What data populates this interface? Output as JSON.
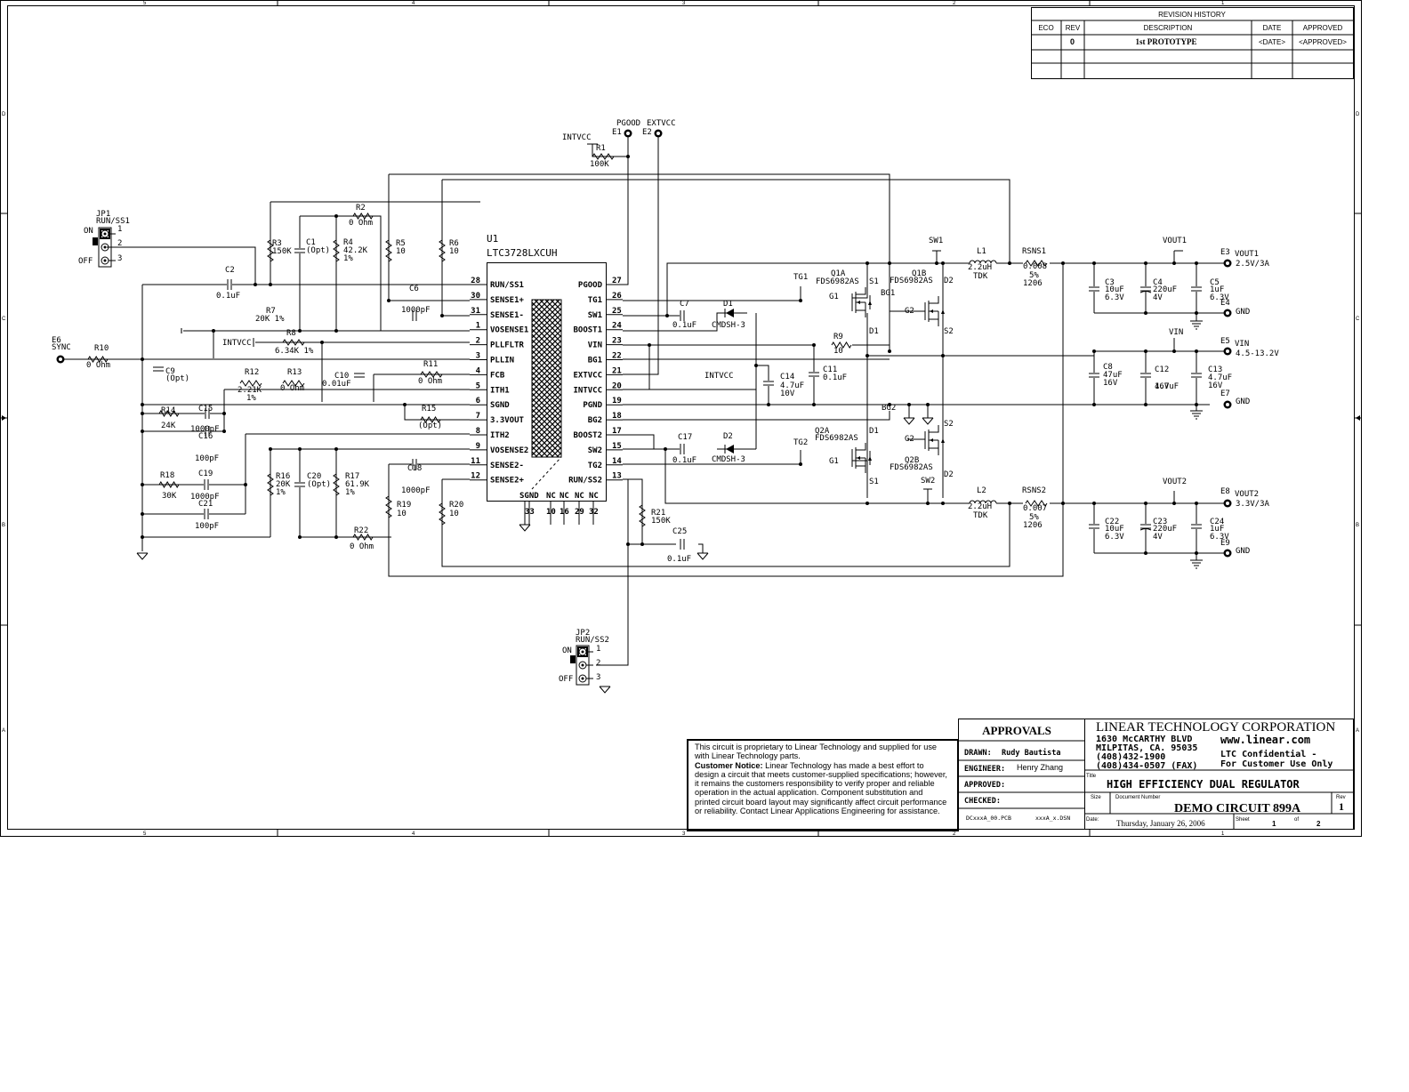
{
  "border": {
    "top_zones": [
      "5",
      "4",
      "3",
      "2",
      "1"
    ],
    "side_zones": [
      "D",
      "C",
      "B",
      "A"
    ]
  },
  "revision_history": {
    "title": "REVISION HISTORY",
    "headers": [
      "ECO",
      "REV",
      "DESCRIPTION",
      "DATE",
      "APPROVED"
    ],
    "rows": [
      {
        "eco": "",
        "rev": "0",
        "description": "1st PROTOTYPE",
        "date": "<DATE>",
        "approved": "<APPROVED>"
      }
    ]
  },
  "ic": {
    "ref": "U1",
    "part": "LTC3728LXCUH",
    "left_pins": [
      {
        "num": "28",
        "name": "RUN/SS1"
      },
      {
        "num": "30",
        "name": "SENSE1+"
      },
      {
        "num": "31",
        "name": "SENSE1-"
      },
      {
        "num": "1",
        "name": "VOSENSE1"
      },
      {
        "num": "2",
        "name": "PLLFLTR"
      },
      {
        "num": "3",
        "name": "PLLIN"
      },
      {
        "num": "4",
        "name": "FCB"
      },
      {
        "num": "5",
        "name": "ITH1"
      },
      {
        "num": "6",
        "name": "SGND"
      },
      {
        "num": "7",
        "name": "3.3VOUT"
      },
      {
        "num": "8",
        "name": "ITH2"
      },
      {
        "num": "9",
        "name": "VOSENSE2"
      },
      {
        "num": "11",
        "name": "SENSE2-"
      },
      {
        "num": "12",
        "name": "SENSE2+"
      }
    ],
    "right_pins": [
      {
        "num": "27",
        "name": "PGOOD"
      },
      {
        "num": "26",
        "name": "TG1"
      },
      {
        "num": "25",
        "name": "SW1"
      },
      {
        "num": "24",
        "name": "BOOST1"
      },
      {
        "num": "23",
        "name": "VIN"
      },
      {
        "num": "22",
        "name": "BG1"
      },
      {
        "num": "21",
        "name": "EXTVCC"
      },
      {
        "num": "20",
        "name": "INTVCC"
      },
      {
        "num": "19",
        "name": "PGND"
      },
      {
        "num": "18",
        "name": "BG2"
      },
      {
        "num": "17",
        "name": "BOOST2"
      },
      {
        "num": "15",
        "name": "SW2"
      },
      {
        "num": "14",
        "name": "TG2"
      },
      {
        "num": "13",
        "name": "RUN/SS2"
      }
    ],
    "bottom_labels": [
      "SGND",
      "NC",
      "NC",
      "NC",
      "NC"
    ],
    "bottom_pins": [
      "33",
      "10",
      "16",
      "29",
      "32"
    ]
  },
  "labels": [
    {
      "t": "JP1"
    },
    {
      "t": "RUN/SS1"
    },
    {
      "t": "ON"
    },
    {
      "t": "OFF"
    },
    {
      "t": "1"
    },
    {
      "t": "2"
    },
    {
      "t": "3"
    },
    {
      "t": "JP2"
    },
    {
      "t": "RUN/SS2"
    },
    {
      "t": "ON"
    },
    {
      "t": "OFF"
    },
    {
      "t": "1"
    },
    {
      "t": "2"
    },
    {
      "t": "3"
    },
    {
      "t": "E6"
    },
    {
      "t": "SYNC"
    },
    {
      "t": "R10"
    },
    {
      "t": "0 Ohm"
    },
    {
      "t": "C2"
    },
    {
      "t": "0.1uF"
    },
    {
      "t": "R3"
    },
    {
      "t": "150K"
    },
    {
      "t": "C1"
    },
    {
      "t": "(Opt)"
    },
    {
      "t": "R2"
    },
    {
      "t": "0 Ohm"
    },
    {
      "t": "R4"
    },
    {
      "t": "42.2K"
    },
    {
      "t": "1%"
    },
    {
      "t": "R5"
    },
    {
      "t": "10"
    },
    {
      "t": "R6"
    },
    {
      "t": "10"
    },
    {
      "t": "C6"
    },
    {
      "t": "1000pF"
    },
    {
      "t": "R7"
    },
    {
      "t": "20K 1%"
    },
    {
      "t": "INTVCC"
    },
    {
      "t": "R8"
    },
    {
      "t": "6.34K 1%"
    },
    {
      "t": "C9"
    },
    {
      "t": "(Opt)"
    },
    {
      "t": "R12"
    },
    {
      "t": "2.21K"
    },
    {
      "t": "1%"
    },
    {
      "t": "R13"
    },
    {
      "t": "0 Ohm"
    },
    {
      "t": "C10"
    },
    {
      "t": "0.01uF"
    },
    {
      "t": "R11"
    },
    {
      "t": "0 Ohm"
    },
    {
      "t": "R14"
    },
    {
      "t": "24K"
    },
    {
      "t": "C15"
    },
    {
      "t": "1000pF"
    },
    {
      "t": "C16"
    },
    {
      "t": "100pF"
    },
    {
      "t": "R15"
    },
    {
      "t": "(Opt)"
    },
    {
      "t": "R18"
    },
    {
      "t": "30K"
    },
    {
      "t": "C19"
    },
    {
      "t": "1000pF"
    },
    {
      "t": "C21"
    },
    {
      "t": "100pF"
    },
    {
      "t": "R16"
    },
    {
      "t": "20K"
    },
    {
      "t": "1%"
    },
    {
      "t": "C20"
    },
    {
      "t": "(Opt)"
    },
    {
      "t": "R17"
    },
    {
      "t": "61.9K"
    },
    {
      "t": "1%"
    },
    {
      "t": "C18"
    },
    {
      "t": "1000pF"
    },
    {
      "t": "R19"
    },
    {
      "t": "10"
    },
    {
      "t": "R20"
    },
    {
      "t": "10"
    },
    {
      "t": "R22"
    },
    {
      "t": "0 Ohm"
    },
    {
      "t": "INTVCC"
    },
    {
      "t": "R1"
    },
    {
      "t": "100K"
    },
    {
      "t": "PGOOD"
    },
    {
      "t": "EXTVCC"
    },
    {
      "t": "E1"
    },
    {
      "t": "E2"
    },
    {
      "t": "C7"
    },
    {
      "t": "0.1uF"
    },
    {
      "t": "D1"
    },
    {
      "t": "CMDSH-3"
    },
    {
      "t": "INTVCC"
    },
    {
      "t": "C14"
    },
    {
      "t": "4.7uF"
    },
    {
      "t": "10V"
    },
    {
      "t": "C11"
    },
    {
      "t": "0.1uF"
    },
    {
      "t": "C17"
    },
    {
      "t": "0.1uF"
    },
    {
      "t": "D2"
    },
    {
      "t": "CMDSH-3"
    },
    {
      "t": "R21"
    },
    {
      "t": "150K"
    },
    {
      "t": "C25"
    },
    {
      "t": "0.1uF"
    },
    {
      "t": "TG1"
    },
    {
      "t": "Q1A"
    },
    {
      "t": "FDS6982AS"
    },
    {
      "t": "G1"
    },
    {
      "t": "S1"
    },
    {
      "t": "BG1"
    },
    {
      "t": "Q1B"
    },
    {
      "t": "FDS6982AS"
    },
    {
      "t": "G2"
    },
    {
      "t": "D2"
    },
    {
      "t": "D1"
    },
    {
      "t": "S2"
    },
    {
      "t": "R9"
    },
    {
      "t": "10"
    },
    {
      "t": "BG2"
    },
    {
      "t": "D1"
    },
    {
      "t": "S2"
    },
    {
      "t": "G2"
    },
    {
      "t": "Q2B"
    },
    {
      "t": "FDS6982AS"
    },
    {
      "t": "D2"
    },
    {
      "t": "TG2"
    },
    {
      "t": "Q2A"
    },
    {
      "t": "FDS6982AS"
    },
    {
      "t": "G1"
    },
    {
      "t": "S1"
    },
    {
      "t": "SW1"
    },
    {
      "t": "SW2"
    },
    {
      "t": "L1"
    },
    {
      "t": "2.2uH"
    },
    {
      "t": "TDK"
    },
    {
      "t": "RSNS1"
    },
    {
      "t": "0.008"
    },
    {
      "t": "5%"
    },
    {
      "t": "1206"
    },
    {
      "t": "L2"
    },
    {
      "t": "2.2uH"
    },
    {
      "t": "TDK"
    },
    {
      "t": "RSNS2"
    },
    {
      "t": "0.007"
    },
    {
      "t": "5%"
    },
    {
      "t": "1206"
    },
    {
      "t": "VOUT1"
    },
    {
      "t": "E3"
    },
    {
      "t": "VOUT1"
    },
    {
      "t": "2.5V/3A"
    },
    {
      "t": "E4"
    },
    {
      "t": "GND"
    },
    {
      "t": "C3"
    },
    {
      "t": "10uF"
    },
    {
      "t": "6.3V"
    },
    {
      "t": "C4"
    },
    {
      "t": "220uF"
    },
    {
      "t": "4V"
    },
    {
      "t": "C5"
    },
    {
      "t": "1uF"
    },
    {
      "t": "6.3V"
    },
    {
      "t": "VIN"
    },
    {
      "t": "E5"
    },
    {
      "t": "VIN"
    },
    {
      "t": "4.5-13.2V"
    },
    {
      "t": "E7"
    },
    {
      "t": "GND"
    },
    {
      "t": "C8"
    },
    {
      "t": "47uF"
    },
    {
      "t": "16V"
    },
    {
      "t": "C12"
    },
    {
      "t": "4.7uF"
    },
    {
      "t": "16V"
    },
    {
      "t": "C13"
    },
    {
      "t": "4.7uF"
    },
    {
      "t": "16V"
    },
    {
      "t": "VOUT2"
    },
    {
      "t": "E8"
    },
    {
      "t": "VOUT2"
    },
    {
      "t": "3.3V/3A"
    },
    {
      "t": "E9"
    },
    {
      "t": "GND"
    },
    {
      "t": "C22"
    },
    {
      "t": "10uF"
    },
    {
      "t": "6.3V"
    },
    {
      "t": "C23"
    },
    {
      "t": "220uF"
    },
    {
      "t": "4V"
    },
    {
      "t": "C24"
    },
    {
      "t": "1uF"
    },
    {
      "t": "6.3V"
    }
  ],
  "notice": {
    "line1": "This circuit is proprietary to Linear Technology and supplied for use with Linear Technology parts.",
    "bold": "Customer Notice:",
    "line2": " Linear Technology has made a best effort to design a circuit that meets customer-supplied specifications; however, it remains the customers responsibility to verify proper and reliable operation in the actual application. Component substitution and printed circuit board layout may significantly affect circuit performance or reliability. Contact Linear Applications Engineering for assistance."
  },
  "approvals": {
    "title": "APPROVALS",
    "drawn_label": "DRAWN:",
    "drawn": "Rudy Bautista",
    "engineer_label": "ENGINEER:",
    "engineer": "Henry Zhang",
    "approved_label": "APPROVED:",
    "checked_label": "CHECKED:",
    "pcb_file": "DCxxxA_00.PCB",
    "dsn_file": "xxxA_x.DSN"
  },
  "company": {
    "name": "LINEAR TECHNOLOGY CORPORATION",
    "street": "1630 McCARTHY BLVD",
    "city": "MILPITAS, CA. 95035",
    "phone": "(408)432-1900",
    "fax": "(408)434-0507 (FAX)",
    "web": "www.linear.com",
    "confidential1": "LTC Confidential -",
    "confidential2": "For Customer Use Only"
  },
  "title_block": {
    "title_label": "Title",
    "title": "HIGH EFFICIENCY DUAL REGULATOR",
    "size_label": "Size",
    "docnum_label": "Document Number",
    "docnum": "DEMO CIRCUIT 899A",
    "rev_label": "Rev",
    "rev": "1",
    "date_label": "Date:",
    "date": "Thursday, January 26, 2006",
    "sheet_label": "Sheet",
    "sheet": "1",
    "of_label": "of",
    "of": "2"
  }
}
